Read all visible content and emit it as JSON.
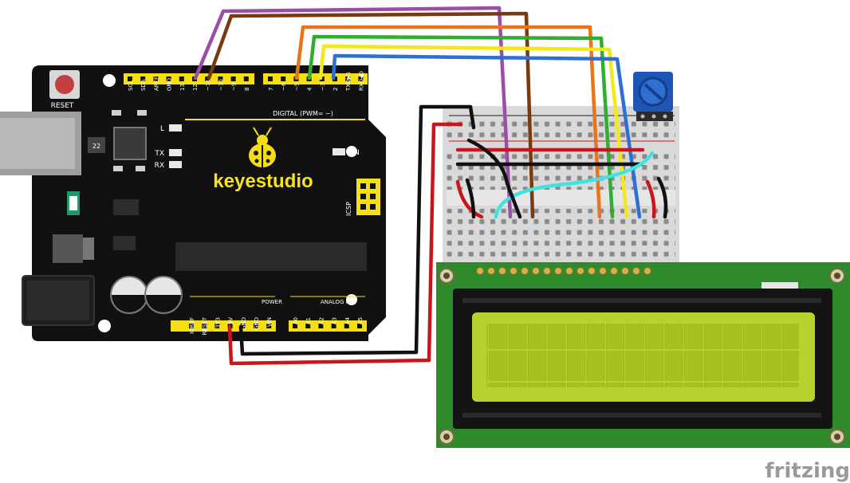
{
  "board": {
    "brand": "keyestudio",
    "reset_label": "RESET",
    "digital_label": "DIGITAL (PWM= ~)",
    "power_label": "POWER",
    "analog_label": "ANALOG IN",
    "icsp_label": "ICSP",
    "on_label": "ON",
    "led_l": "L",
    "led_tx": "TX",
    "led_rx": "RX",
    "chip_label": "22",
    "top_pins_left": [
      "SCL",
      "SDA",
      "AREF",
      "GND",
      "13",
      "12",
      "~11",
      "~10",
      "~9",
      "8"
    ],
    "top_pins_right": [
      "7",
      "~6",
      "~5",
      "4",
      "~3",
      "2",
      "TXD▶1",
      "RXD◀0"
    ],
    "bottom_pins_power": [
      "IOREF",
      "RESET",
      "3V3",
      "5V",
      "GND",
      "GND",
      "VIN"
    ],
    "bottom_pins_analog": [
      "A0",
      "A1",
      "A2",
      "A3",
      "A4",
      "A5"
    ]
  },
  "watermark": "fritzing",
  "colors": {
    "board": "#111111",
    "header": "#f5df12",
    "lcd_pcb": "#2f8a2b",
    "lcd_screen": "#b6d22c",
    "breadboard": "#d9d9d9",
    "pot": "#1e56b6",
    "wire_purple": "#9b4ea5",
    "wire_brown": "#7a3a10",
    "wire_orange": "#e8741c",
    "wire_green": "#2fae2f",
    "wire_yellow": "#f2e81c",
    "wire_blue": "#2e6fd1",
    "wire_red": "#c8161d",
    "wire_black": "#111111",
    "wire_cyan": "#3fe3e0"
  }
}
